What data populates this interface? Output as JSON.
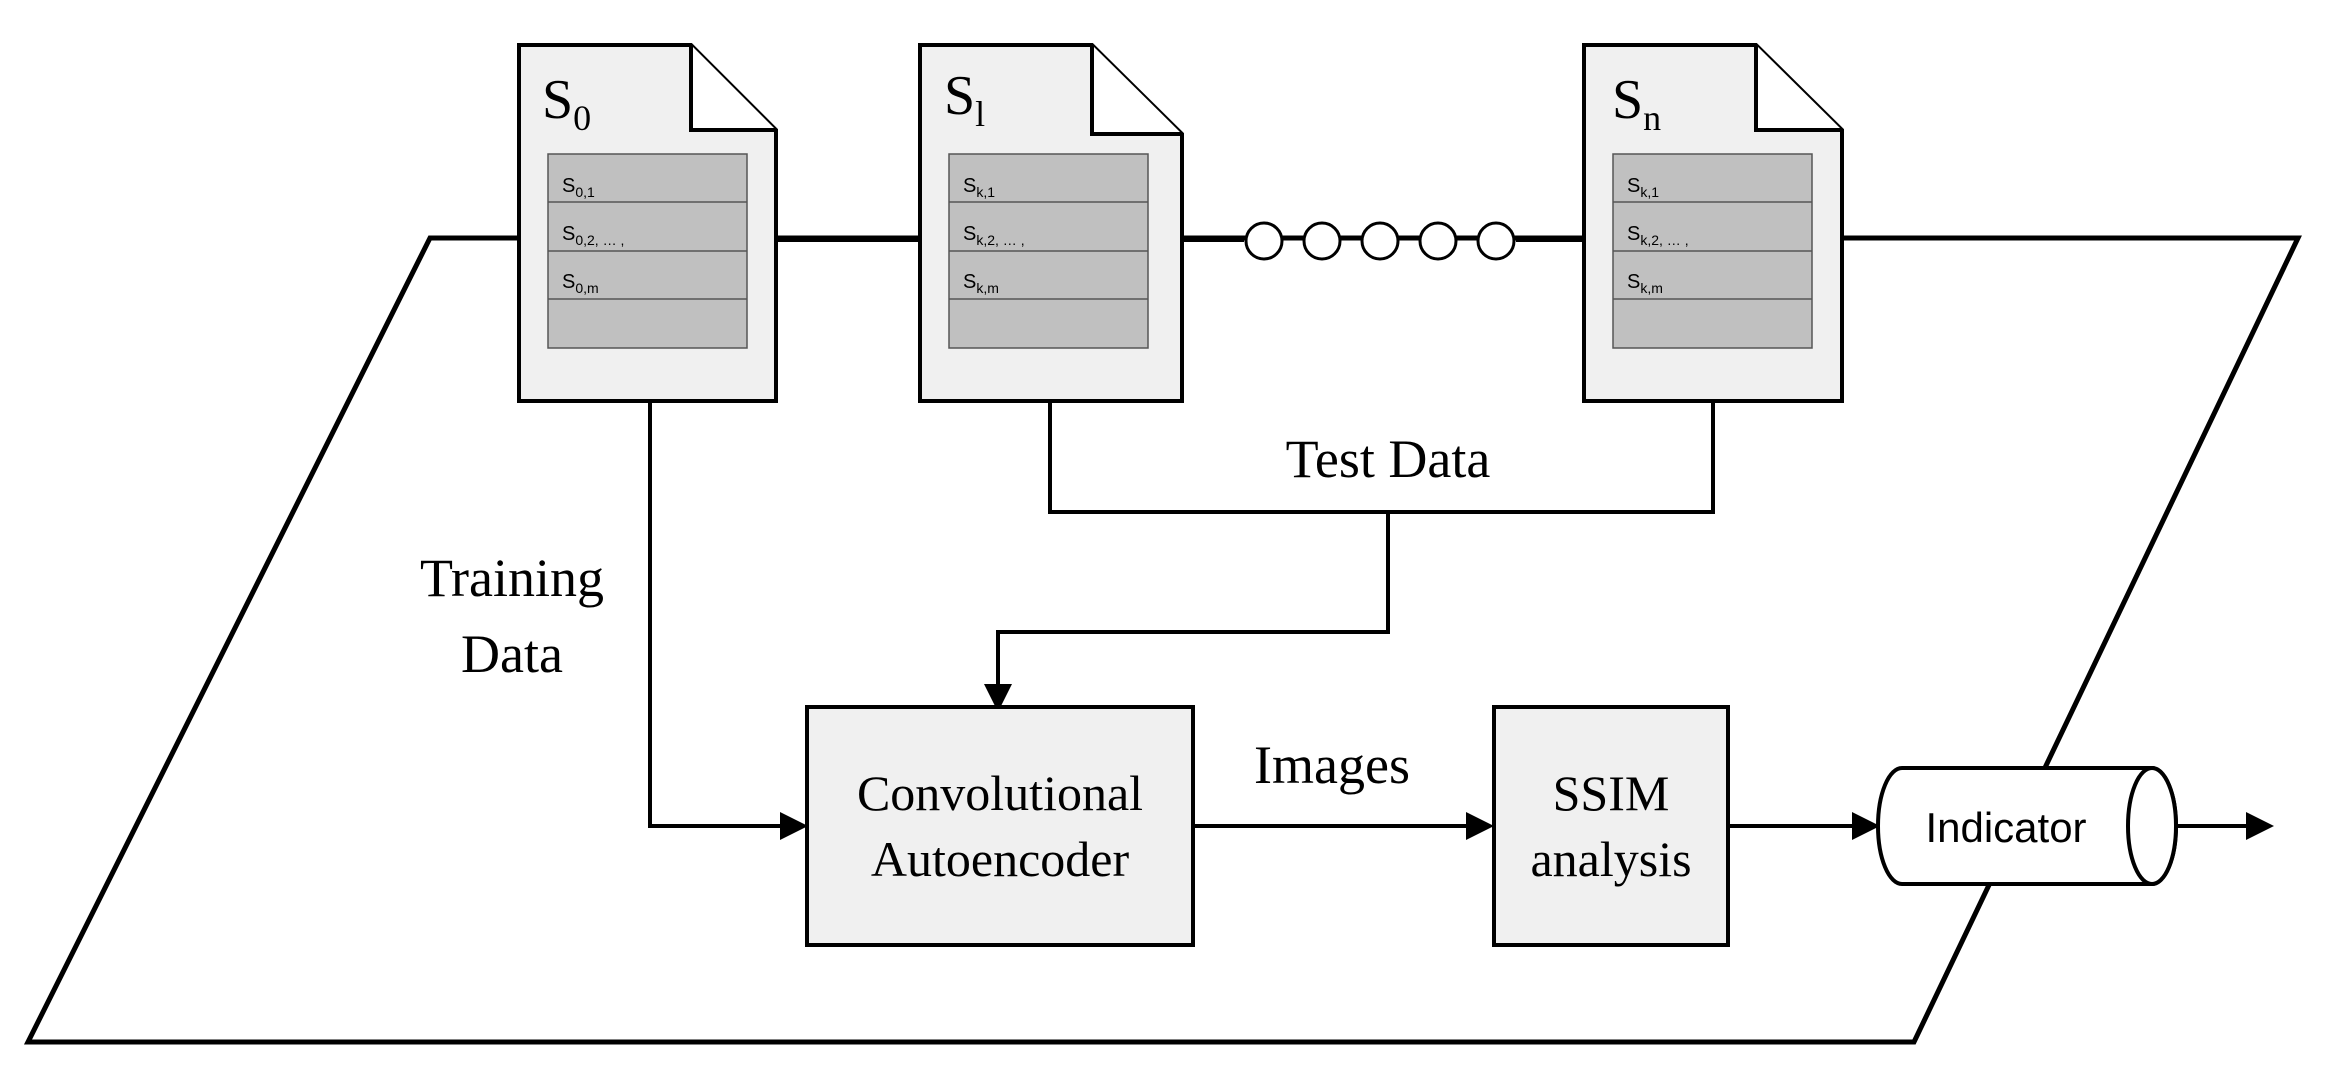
{
  "documents": [
    {
      "title_base": "S",
      "title_sub": "0",
      "rows": [
        {
          "base": "S",
          "sub": "0,1",
          "tail": ""
        },
        {
          "base": "S",
          "sub": "0,2, … ,",
          "tail": ""
        },
        {
          "base": "S",
          "sub": "0,m",
          "tail": ""
        },
        {
          "base": "",
          "sub": "",
          "tail": ""
        }
      ]
    },
    {
      "title_base": "S",
      "title_sub": "l",
      "rows": [
        {
          "base": "S",
          "sub": "k,1",
          "tail": ""
        },
        {
          "base": "S",
          "sub": "k,2, … ,",
          "tail": ""
        },
        {
          "base": "S",
          "sub": "k,m",
          "tail": ""
        },
        {
          "base": "",
          "sub": "",
          "tail": ""
        }
      ]
    },
    {
      "title_base": "S",
      "title_sub": "n",
      "rows": [
        {
          "base": "S",
          "sub": "k,1",
          "tail": ""
        },
        {
          "base": "S",
          "sub": "k,2, … ,",
          "tail": ""
        },
        {
          "base": "S",
          "sub": "k,m",
          "tail": ""
        },
        {
          "base": "",
          "sub": "",
          "tail": ""
        }
      ]
    }
  ],
  "labels": {
    "test_data": "Test Data",
    "training_line1": "Training",
    "training_line2": "Data",
    "images": "Images",
    "autoencoder_line1": "Convolutional",
    "autoencoder_line2": "Autoencoder",
    "ssim_line1": "SSIM",
    "ssim_line2": "analysis",
    "indicator": "Indicator"
  },
  "colors": {
    "stroke": "#000000",
    "doc_fill": "#f0f0f0",
    "table_fill": "#c0c0c0",
    "box_fill": "#f0f0f0",
    "background": "#ffffff"
  }
}
